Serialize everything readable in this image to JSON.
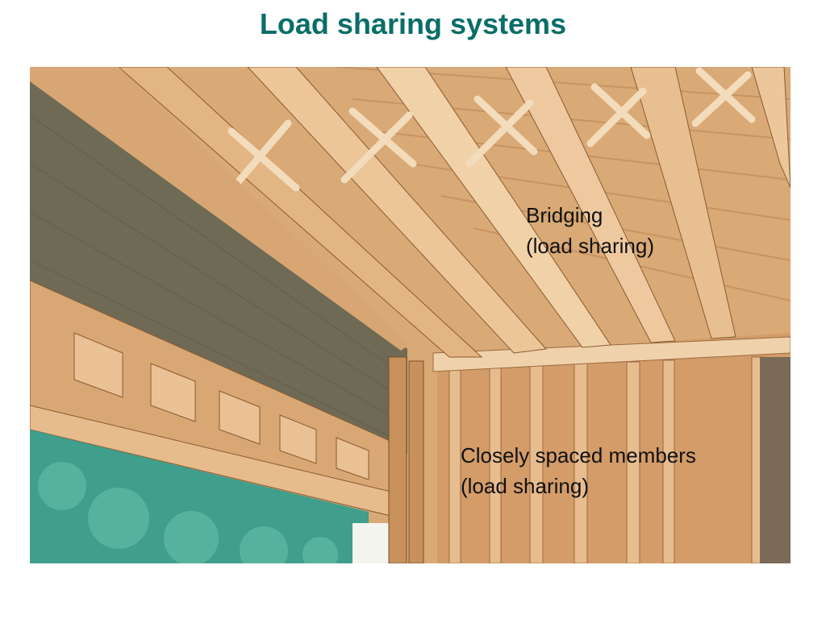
{
  "slide": {
    "title": "Load sharing systems"
  },
  "photo": {
    "subject": "wood-framed-ceiling-joists-with-bridging"
  },
  "captions": {
    "bridging": {
      "line1": "Bridging",
      "line2": "(load sharing)"
    },
    "members": {
      "line1": "Closely spaced members",
      "line2": "(load sharing)"
    }
  },
  "colors": {
    "title": "#0a6e68",
    "caption": "#111111",
    "wood_light": "#e8c39a",
    "wood_mid": "#c9935f",
    "wood_dark": "#8a5a32",
    "sheathing": "#6f6a55",
    "foliage": "#3f9e8c"
  }
}
